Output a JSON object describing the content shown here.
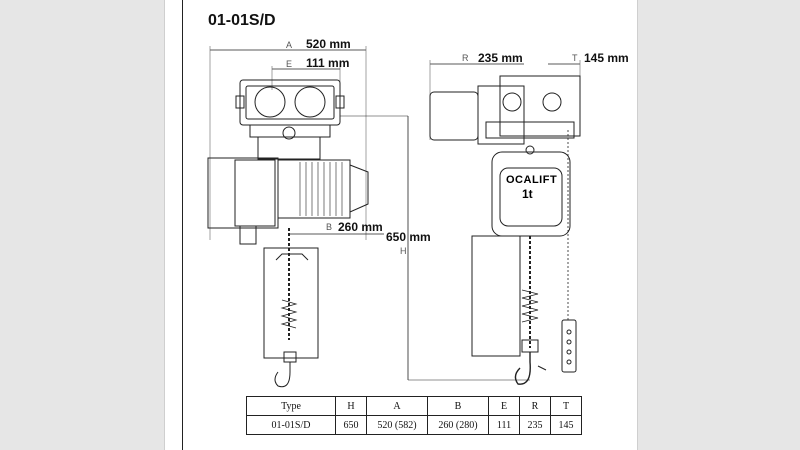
{
  "title": "01-01S/D",
  "dimensions": {
    "A": {
      "letter": "A",
      "value": "520 mm"
    },
    "E": {
      "letter": "E",
      "value": "111 mm"
    },
    "B": {
      "letter": "B",
      "value": "260 mm"
    },
    "H": {
      "letter": "H",
      "value": "650 mm"
    },
    "R": {
      "letter": "R",
      "value": "235 mm"
    },
    "T": {
      "letter": "T",
      "value": "145 mm"
    }
  },
  "hoist_label": {
    "brand": "OCALIFT",
    "capacity": "1t"
  },
  "table": {
    "headers": [
      "Type",
      "H",
      "A",
      "B",
      "E",
      "R",
      "T"
    ],
    "rows": [
      [
        "01-01S/D",
        "650",
        "520 (582)",
        "260 (280)",
        "111",
        "235",
        "145"
      ]
    ]
  }
}
